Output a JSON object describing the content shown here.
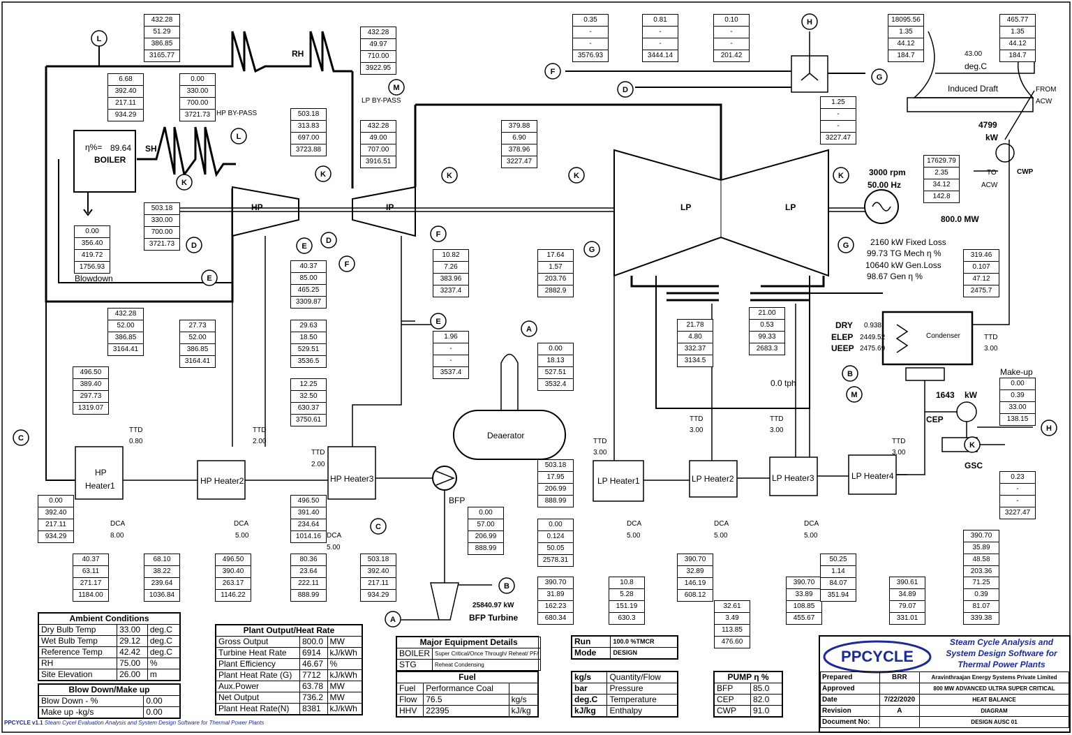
{
  "boxes": [
    {
      "id": "b1",
      "v": [
        "432.28",
        "51.29",
        "386.85",
        "3165.77"
      ]
    },
    {
      "id": "b2",
      "v": [
        "432.28",
        "49.97",
        "710.00",
        "3922.95"
      ]
    },
    {
      "id": "b3",
      "v": [
        "6.68",
        "392.40",
        "217.11",
        "934.29"
      ]
    },
    {
      "id": "b4",
      "v": [
        "0.00",
        "330.00",
        "700.00",
        "3721.73"
      ]
    },
    {
      "id": "b5",
      "v": [
        "503.18",
        "313.83",
        "697.00",
        "3723.88"
      ]
    },
    {
      "id": "b6",
      "v": [
        "432.28",
        "49.00",
        "707.00",
        "3916.51"
      ]
    },
    {
      "id": "b7",
      "v": [
        "503.18",
        "330.00",
        "700.00",
        "3721.73"
      ]
    },
    {
      "id": "b8",
      "v": [
        "0.00",
        "356.40",
        "419.72",
        "1756.93"
      ]
    },
    {
      "id": "b9",
      "v": [
        "379.88",
        "6.90",
        "378.96",
        "3227.47"
      ]
    },
    {
      "id": "b10",
      "v": [
        "0.35",
        "-",
        "-",
        "3576.93"
      ]
    },
    {
      "id": "b11",
      "v": [
        "0.81",
        "-",
        "-",
        "3444.14"
      ]
    },
    {
      "id": "b12",
      "v": [
        "0.10",
        "-",
        "-",
        "201.42"
      ]
    },
    {
      "id": "b13",
      "v": [
        "1.25",
        "-",
        "-",
        "3227.47"
      ]
    },
    {
      "id": "b14",
      "v": [
        "18095.56",
        "1.35",
        "44.12",
        "184.7"
      ]
    },
    {
      "id": "b15",
      "v": [
        "465.77",
        "1.35",
        "44.12",
        "184.7"
      ]
    },
    {
      "id": "b16",
      "v": [
        "17629.79",
        "2.35",
        "34.12",
        "142.8"
      ]
    },
    {
      "id": "b17",
      "v": [
        "40.37",
        "85.00",
        "465.25",
        "3309.87"
      ]
    },
    {
      "id": "b18",
      "v": [
        "10.82",
        "7.26",
        "383.96",
        "3237.4"
      ]
    },
    {
      "id": "b19",
      "v": [
        "17.64",
        "1.57",
        "203.76",
        "2882.9"
      ]
    },
    {
      "id": "b20",
      "v": [
        "319.46",
        "0.107",
        "47.12",
        "2475.7"
      ]
    },
    {
      "id": "b21",
      "v": [
        "432.28",
        "52.00",
        "386.85",
        "3164.41"
      ]
    },
    {
      "id": "b22",
      "v": [
        "27.73",
        "52.00",
        "386.85",
        "3164.41"
      ]
    },
    {
      "id": "b23",
      "v": [
        "29.63",
        "18.50",
        "529.51",
        "3536.5"
      ]
    },
    {
      "id": "b24",
      "v": [
        "1.96",
        "-",
        "-",
        "3537.4"
      ]
    },
    {
      "id": "b25",
      "v": [
        "0.00",
        "18.13",
        "527.51",
        "3532.4"
      ]
    },
    {
      "id": "b26",
      "v": [
        "21.78",
        "4.80",
        "332.37",
        "3134.5"
      ]
    },
    {
      "id": "b27",
      "v": [
        "21.00",
        "0.53",
        "99.33",
        "2683.3"
      ]
    },
    {
      "id": "b28",
      "v": [
        "496.50",
        "389.40",
        "297.73",
        "1319.07"
      ]
    },
    {
      "id": "b29",
      "v": [
        "12.25",
        "32.50",
        "630.37",
        "3750.61"
      ]
    },
    {
      "id": "b30",
      "v": [
        "0.00",
        "0.39",
        "33.00",
        "138.15"
      ]
    },
    {
      "id": "b31",
      "v": [
        "503.18",
        "17.95",
        "206.99",
        "888.99"
      ]
    },
    {
      "id": "b32",
      "v": [
        "0.23",
        "-",
        "-",
        "3227.47"
      ]
    },
    {
      "id": "b33",
      "v": [
        "0.00",
        "392.40",
        "217.11",
        "934.29"
      ]
    },
    {
      "id": "b34",
      "v": [
        "496.50",
        "391.40",
        "234.64",
        "1014.16"
      ]
    },
    {
      "id": "b35",
      "v": [
        "0.00",
        "57.00",
        "206.99",
        "888.99"
      ]
    },
    {
      "id": "b36",
      "v": [
        "0.00",
        "0.124",
        "50.05",
        "2578.31"
      ]
    },
    {
      "id": "b37",
      "v": [
        "390.70",
        "35.89",
        "48.58",
        "203.36"
      ]
    },
    {
      "id": "b38",
      "v": [
        "40.37",
        "63.11",
        "271.17",
        "1184.00"
      ]
    },
    {
      "id": "b39",
      "v": [
        "68.10",
        "38.22",
        "239.64",
        "1036.84"
      ]
    },
    {
      "id": "b40",
      "v": [
        "496.50",
        "390.40",
        "263.17",
        "1146.22"
      ]
    },
    {
      "id": "b41",
      "v": [
        "80.36",
        "23.64",
        "222.11",
        "888.99"
      ]
    },
    {
      "id": "b42",
      "v": [
        "503.18",
        "392.40",
        "217.11",
        "934.29"
      ]
    },
    {
      "id": "b43",
      "v": [
        "390.70",
        "31.89",
        "162.23",
        "680.34"
      ]
    },
    {
      "id": "b44",
      "v": [
        "10.8",
        "5.28",
        "151.19",
        "630.3"
      ]
    },
    {
      "id": "b45",
      "v": [
        "390.70",
        "32.89",
        "146.19",
        "608.12"
      ]
    },
    {
      "id": "b46",
      "v": [
        "32.61",
        "3.49",
        "113.85",
        "476.60"
      ]
    },
    {
      "id": "b47",
      "v": [
        "390.70",
        "33.89",
        "108.85",
        "455.67"
      ]
    },
    {
      "id": "b48",
      "v": [
        "50.25",
        "1.14",
        "84.07",
        "351.94"
      ]
    },
    {
      "id": "b49",
      "v": [
        "390.61",
        "34.89",
        "79.07",
        "331.01"
      ]
    },
    {
      "id": "b50",
      "v": [
        "71.25",
        "0.39",
        "81.07",
        "339.38"
      ]
    }
  ],
  "labels": {
    "rh": "RH",
    "sh": "SH",
    "boiler": "BOILER",
    "eta": "η%=",
    "eta_val": "89.64",
    "hp": "HP",
    "ip": "IP",
    "lp1": "LP",
    "lp2": "LP",
    "hp_bypass": "HP BY-PASS",
    "lp_bypass": "LP BY-PASS",
    "blowdown": "Blowdown",
    "rpm": "3000 rpm",
    "hz": "50.00 Hz",
    "mw": "800.0 MW",
    "fixed_loss": "2160  kW Fixed Loss",
    "tg_mech": "99.73  TG Mech η %",
    "gen_loss": "10640  kW Gen.Loss",
    "gen_eta": "98.67  Gen η %",
    "cwp_kw": "4799",
    "cwp_unit": "kW",
    "cwp": "CWP",
    "to_acw": "TO",
    "acw": "ACW",
    "from_acw1": "FROM",
    "from_acw2": "ACW",
    "ct_temp1": "43.00",
    "ct_temp2": "deg.C",
    "induced_draft": "Induced Draft",
    "dry": "DRY",
    "dry_v": "0.938",
    "elep": "ELEP",
    "elep_v": "2449.52",
    "ueep": "UEEP",
    "ueep_v": "2475.69",
    "condenser": "Condenser",
    "ttd_cond": "TTD",
    "ttd_cond_v": "3.00",
    "tph": "0.0 tph",
    "makeup": "Make-up",
    "cep_kw": "1643",
    "cep_unit": "kW",
    "cep": "CEP",
    "gsc": "GSC",
    "deaerator": "Deaerator",
    "bfp": "BFP",
    "bfpt_kw": "25840.97  kW",
    "bfpt": "BFP Turbine",
    "hph1": "HP",
    "hph1b": "Heater1",
    "hph2": "HP Heater2",
    "hph3": "HP Heater3",
    "lph1": "LP Heater1",
    "lph2": "LP Heater2",
    "lph3": "LP Heater3",
    "lph4": "LP Heater4",
    "ttd": "TTD",
    "dca": "DCA",
    "ttd_hph1": "0.80",
    "ttd_hph2": "2.00",
    "ttd_hph3": "2.00",
    "ttd_lph1": "3.00",
    "ttd_lph2": "3.00",
    "ttd_lph3": "3.00",
    "ttd_lph4": "3.00",
    "dca_hph1": "8.00",
    "dca_hph2": "5.00",
    "dca_hph3": "5.00",
    "dca_lph1": "5.00",
    "dca_lph2": "5.00",
    "dca_lph3": "5.00",
    "footer": "PPCYCLE v1.1",
    "footer2": "Steam Cycel Evaluation Analysis and System Design Software for Thermal Power Plants"
  },
  "nodes": [
    "L",
    "L",
    "K",
    "K",
    "K",
    "K",
    "K",
    "K",
    "D",
    "D",
    "D",
    "E",
    "E",
    "E",
    "F",
    "F",
    "F",
    "G",
    "G",
    "G",
    "H",
    "H",
    "M",
    "M",
    "A",
    "A",
    "B",
    "B",
    "C",
    "C",
    "C"
  ],
  "ambient": {
    "title": "Ambient Conditions",
    "rows": [
      [
        "Dry Bulb Temp",
        "33.00",
        "deg.C"
      ],
      [
        "Wet Bulb Temp",
        "29.12",
        "deg.C"
      ],
      [
        "Reference Temp",
        "42.42",
        "deg.C"
      ],
      [
        "RH",
        "75.00",
        "%"
      ],
      [
        "Site Elevation",
        "26.00",
        "m"
      ]
    ]
  },
  "blowdown": {
    "title": "Blow Down/Make up",
    "rows": [
      [
        "Blow Down - %",
        "0.00"
      ],
      [
        "Make up -kg/s",
        "0.00"
      ]
    ]
  },
  "plant": {
    "title": "Plant Output/Heat Rate",
    "rows": [
      [
        "Gross Output",
        "800.0",
        "MW"
      ],
      [
        "Turbine Heat Rate",
        "6914",
        "kJ/kWh"
      ],
      [
        "Plant Efficiency",
        "46.67",
        "%"
      ],
      [
        "Plant Heat Rate (G)",
        "7712",
        "kJ/kWh"
      ],
      [
        "Aux.Power",
        "63.78",
        "MW"
      ],
      [
        "Net Output",
        "736.2",
        "MW"
      ],
      [
        "Plant Heat Rate(N)",
        "8381",
        "kJ/kWh"
      ]
    ]
  },
  "equipment": {
    "title": "Major Equipment Details",
    "rows": [
      [
        "BOILER",
        "Super Critical/Once Through/ Reheat/ PF/"
      ],
      [
        "STG",
        "Reheat Condensing"
      ]
    ]
  },
  "fuel": {
    "title": "Fuel",
    "rows": [
      [
        "Fuel",
        "Performance Coal",
        ""
      ],
      [
        "Flow",
        "76.5",
        "kg/s"
      ],
      [
        "HHV",
        "22395",
        "kJ/kg"
      ]
    ]
  },
  "run": {
    "rows": [
      [
        "Run",
        "100.0 %TMCR"
      ],
      [
        "Mode",
        "DESIGN"
      ]
    ]
  },
  "units": {
    "rows": [
      [
        "kg/s",
        "Quantity/Flow"
      ],
      [
        "bar",
        "Pressure"
      ],
      [
        "deg.C",
        "Temperature"
      ],
      [
        "kJ/kg",
        "Enthalpy"
      ]
    ]
  },
  "pump": {
    "title": "PUMP η %",
    "rows": [
      [
        "BFP",
        "85.0"
      ],
      [
        "CEP",
        "82.0"
      ],
      [
        "CWP",
        "91.0"
      ]
    ]
  },
  "titleblock": {
    "logo": "PPCYCLE",
    "tag1": "Steam Cycle Analysis and",
    "tag2": "System Design Software for",
    "tag3": "Thermal Power Plants",
    "rows": [
      [
        "Prepared",
        "BRR",
        "Aravinthraajan Energy Systems Private Limited"
      ],
      [
        "Approved",
        "",
        "800 MW ADVANCED ULTRA SUPER CRITICAL"
      ],
      [
        "Date",
        "7/22/2020",
        "HEAT BALANCE"
      ],
      [
        "Revision",
        "A",
        "DIAGRAM"
      ],
      [
        "Document No:",
        "",
        "DESIGN  AUSC 01"
      ]
    ]
  }
}
